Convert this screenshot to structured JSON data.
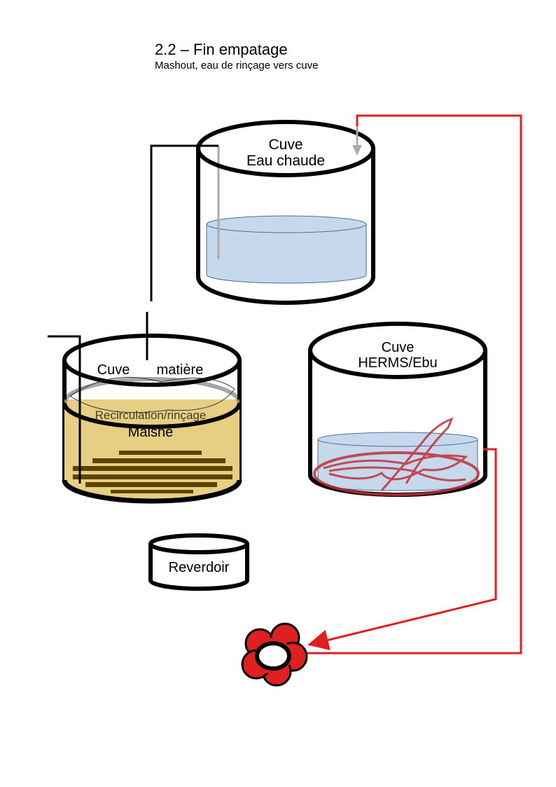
{
  "header": {
    "title": "2.2 – Fin empatage",
    "subtitle": "Mashout, eau de rinçage vers cuve"
  },
  "tanks": {
    "hot_water": {
      "line1": "Cuve",
      "line2": "Eau chaude"
    },
    "mash": {
      "label_left": "Cuve",
      "label_right": "matière",
      "overlay_text": "Recirculation/rinçage",
      "content": "Maishe"
    },
    "herms": {
      "line1": "Cuve",
      "line2": "HERMS/Ebu"
    },
    "grant": {
      "label": "Reverdoir"
    }
  },
  "colors": {
    "water": "#c6d9ec",
    "mash": "#e6ce82",
    "grain": "#5c4300",
    "pipe_flow": "#e02020",
    "coil": "#c0303a",
    "outline": "#000000"
  }
}
